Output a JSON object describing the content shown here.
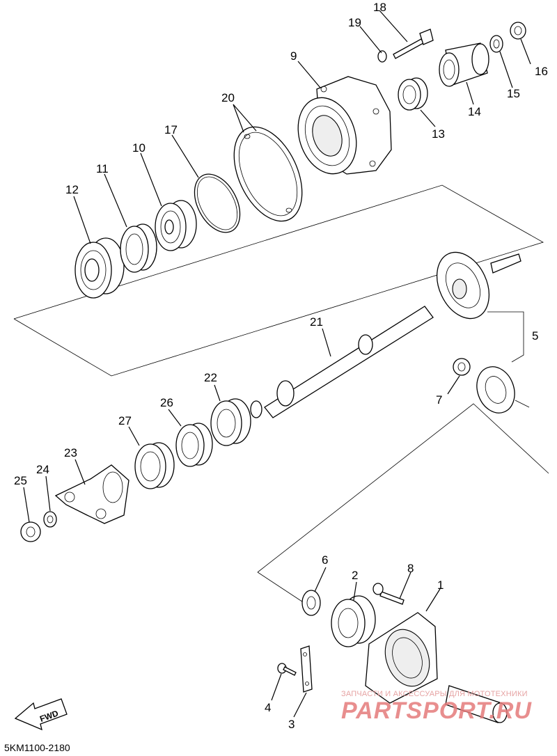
{
  "diagram": {
    "part_labels": [
      {
        "id": "p1",
        "text": "1"
      },
      {
        "id": "p2",
        "text": "2"
      },
      {
        "id": "p3",
        "text": "3"
      },
      {
        "id": "p4",
        "text": "4"
      },
      {
        "id": "p5",
        "text": "5"
      },
      {
        "id": "p6",
        "text": "6"
      },
      {
        "id": "p7",
        "text": "7"
      },
      {
        "id": "p8",
        "text": "8"
      },
      {
        "id": "p9",
        "text": "9"
      },
      {
        "id": "p10",
        "text": "10"
      },
      {
        "id": "p11",
        "text": "11"
      },
      {
        "id": "p12",
        "text": "12"
      },
      {
        "id": "p13",
        "text": "13"
      },
      {
        "id": "p14",
        "text": "14"
      },
      {
        "id": "p15",
        "text": "15"
      },
      {
        "id": "p16",
        "text": "16"
      },
      {
        "id": "p17",
        "text": "17"
      },
      {
        "id": "p18",
        "text": "18"
      },
      {
        "id": "p19",
        "text": "19"
      },
      {
        "id": "p20",
        "text": "20"
      },
      {
        "id": "p21",
        "text": "21"
      },
      {
        "id": "p22",
        "text": "22"
      },
      {
        "id": "p23",
        "text": "23"
      },
      {
        "id": "p24",
        "text": "24"
      },
      {
        "id": "p25",
        "text": "25"
      },
      {
        "id": "p26",
        "text": "26"
      },
      {
        "id": "p27",
        "text": "27"
      }
    ],
    "fwd_label": "FWD",
    "code": "5KM1100-2180"
  },
  "watermark": {
    "tagline": "ЗАПЧАСТИ И АКСЕССУАРЫ ДЛЯ МОТОТЕХНИКИ",
    "logo": "PARTSPORT.RU"
  }
}
